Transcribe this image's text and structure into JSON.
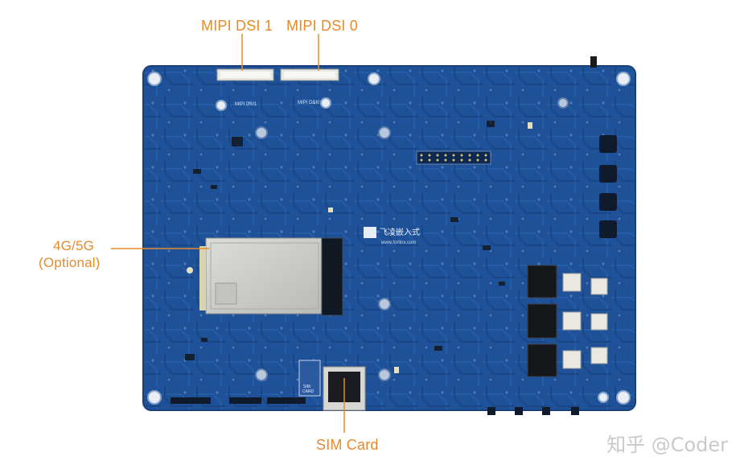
{
  "callouts": {
    "mipi_dsi_1": "MIPI DSI 1",
    "mipi_dsi_0": "MIPI DSI 0",
    "modem_line1": "4G/5G",
    "modem_line2": "(Optional)",
    "sim_card": "SIM Card"
  },
  "board_silkscreen": {
    "dsi1": "MIPI DSI1",
    "dsi0": "MIPI DSI0",
    "brand": "飞凌嵌入式",
    "website": "www.forlinx.com",
    "sim_label_line1": "SIM",
    "sim_label_line2": "CARD"
  },
  "watermark": "知乎 @Coder",
  "colors": {
    "pcb": "#1e4f96",
    "pcb_dark": "#17427f",
    "callout": "#e58a2b",
    "shield": "#cfcfcb"
  }
}
